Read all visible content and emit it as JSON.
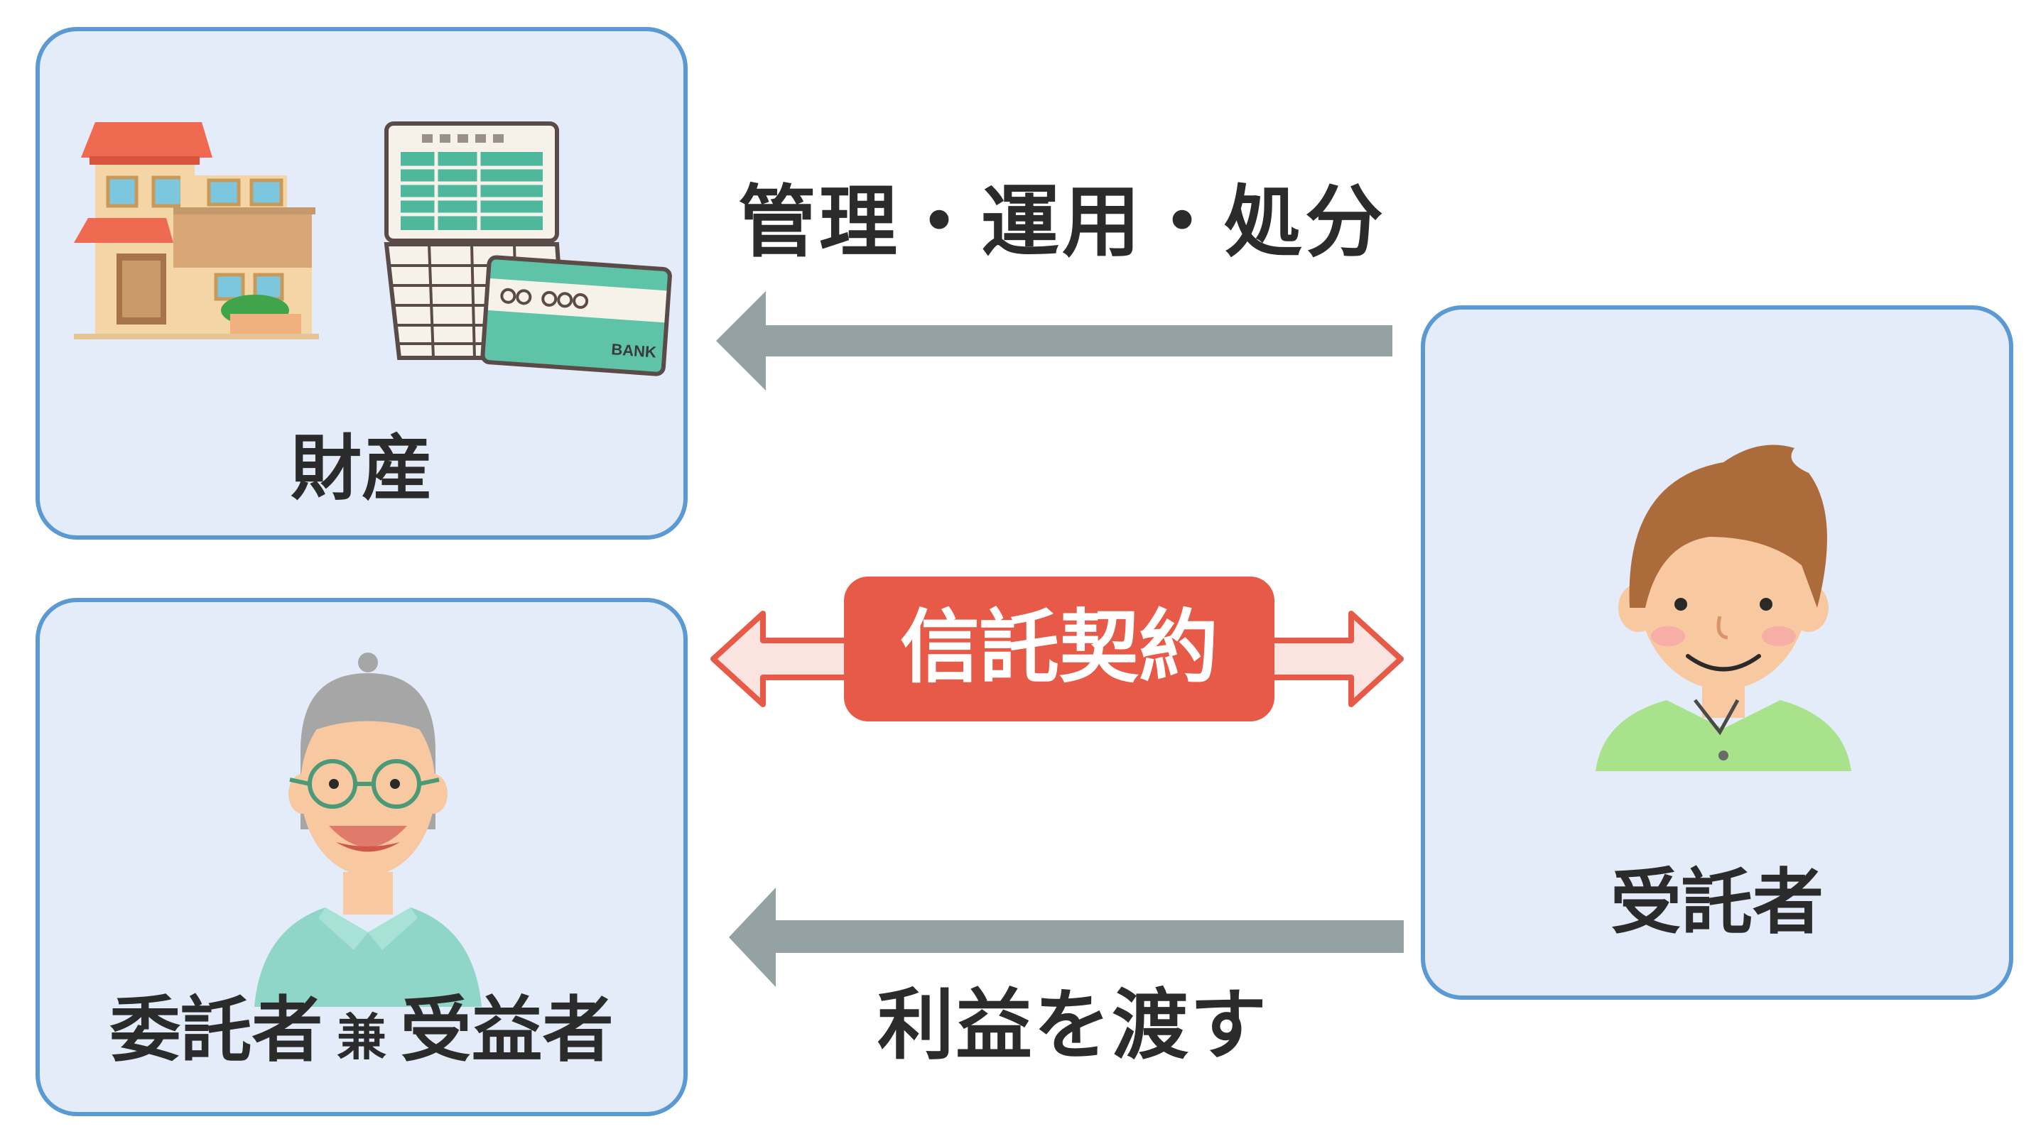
{
  "labels": {
    "property": "財産",
    "management": "管理・運用・処分",
    "trustee": "受託者",
    "trust_contract": "信託契約",
    "settlor_beneficiary_left": "委託者",
    "settlor_beneficiary_mid": "兼",
    "settlor_beneficiary_right": "受益者",
    "pass_benefit": "利益を渡す"
  },
  "bank_card": {
    "text": "BANK"
  },
  "colors": {
    "box_fill": "#e3ecf8",
    "box_border": "#5a99d2",
    "grey_arrow": "#95a2a3",
    "contract_red": "#e85a48",
    "contract_arrow_fill": "#fbe3e0"
  }
}
